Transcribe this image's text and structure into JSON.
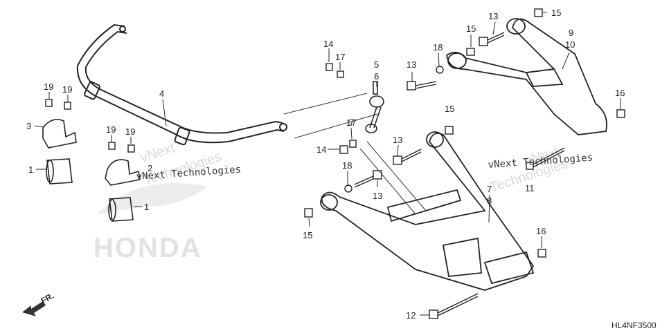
{
  "diagram": {
    "code": "HL4NF3500",
    "brand_watermark": "HONDA",
    "credit_text": [
      "vNext Technologies",
      "vNext Technologies"
    ],
    "watermark_text": [
      "vNext",
      "Technologies"
    ],
    "front_label": "FR.",
    "callouts": [
      "1",
      "1",
      "2",
      "3",
      "4",
      "5",
      "6",
      "7",
      "7",
      "8",
      "9",
      "10",
      "11",
      "12",
      "13",
      "13",
      "13",
      "13",
      "14",
      "14",
      "15",
      "15",
      "15",
      "15",
      "16",
      "16",
      "17",
      "17",
      "18",
      "18",
      "19",
      "19",
      "19",
      "19"
    ]
  }
}
